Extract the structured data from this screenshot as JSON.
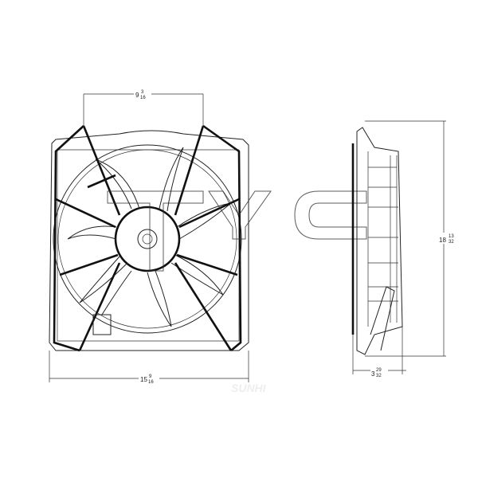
{
  "dimensions": {
    "top_width": {
      "whole": "9",
      "num": "3",
      "den": "16"
    },
    "bottom_width": {
      "whole": "15",
      "num": "9",
      "den": "16"
    },
    "side_height": {
      "whole": "18",
      "num": "13",
      "den": "32"
    },
    "side_depth": {
      "whole": "3",
      "num": "29",
      "den": "32"
    }
  },
  "logo": {
    "text": "TYC"
  },
  "watermark": {
    "text": "SUNHI"
  }
}
